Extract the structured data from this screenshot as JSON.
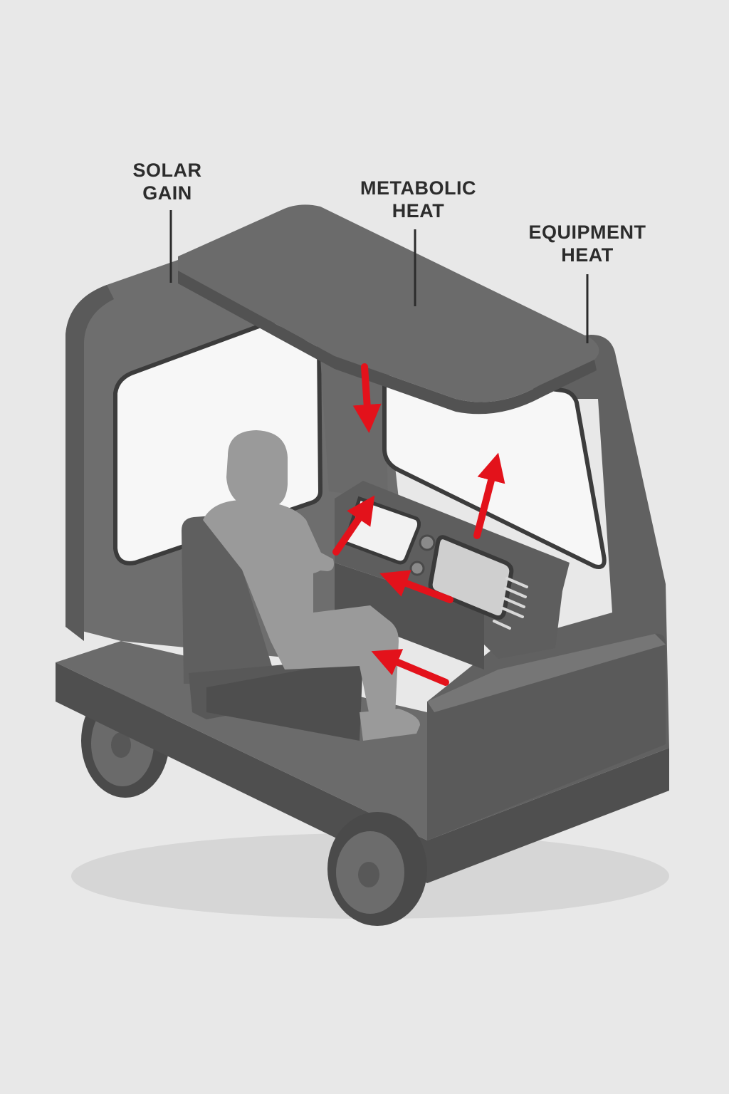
{
  "labels": {
    "solar": {
      "line1": "SOLAR",
      "line2": "GAIN"
    },
    "metabolic": {
      "line1": "METABOLIC",
      "line2": "HEAT"
    },
    "equipment": {
      "line1": "EQUIPMENT",
      "line2": "HEAT"
    }
  },
  "colors": {
    "background": "#e8e8e8",
    "arrow": "#e3121b",
    "body_dark": "#5b5b5b",
    "body_mid": "#6e6e6e",
    "person": "#9a9a9a",
    "window": "#f7f7f7"
  },
  "heat_arrows": {
    "count": 5,
    "directions": [
      "down-from-roof",
      "up-to-screen",
      "into-hand-from-console",
      "up-from-console-to-window",
      "into-legs-from-footwell"
    ]
  }
}
